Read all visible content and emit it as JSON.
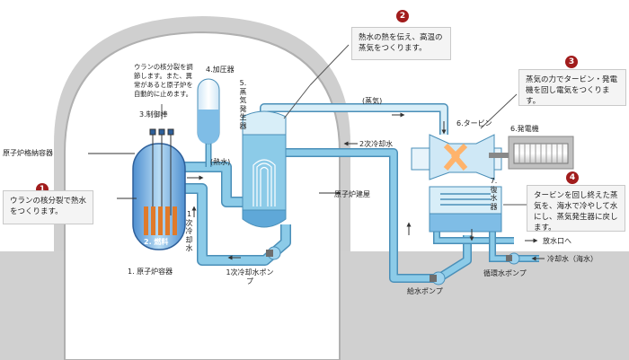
{
  "labels": {
    "containment": "原子炉格納容器",
    "reactor_building": "原子炉建屋",
    "control_rods": "3.制御棒",
    "fuel": "2. 燃料",
    "reactor_vessel": "1. 原子炉容器",
    "pressurizer": "4.加圧器",
    "hot_water": "(熱水)",
    "steam_generator": "5.蒸気発生器",
    "steam": "(蒸気)",
    "turbine": "6.タービン",
    "generator": "6.発電機",
    "secondary_coolant": "2次冷却水",
    "primary_coolant": "1次冷却水",
    "primary_pump": "1次冷却水ポンプ",
    "condenser": "7.復水器",
    "discharge": "放水口へ",
    "seawater_in": "冷却水（海水）",
    "circ_pump": "循環水ポンプ",
    "feed_pump": "給水ポンプ",
    "rod_note": "ウランの核分裂を調節します。また、異常があると原子炉を自動的に止めます。"
  },
  "callouts": [
    {
      "num": "1",
      "text": "ウランの核分裂で熱水をつくります。"
    },
    {
      "num": "2",
      "text": "熱水の熱を伝え、高温の蒸気をつくります。"
    },
    {
      "num": "3",
      "text": "蒸気の力でタービン・発電機を回し電気をつくります。"
    },
    {
      "num": "4",
      "text": "タービンを回し終えた蒸気を、海水で冷やして水にし、蒸気発生器に戻します。"
    }
  ],
  "colors": {
    "pipe": "#8ccbe8",
    "pipe_edge": "#4a8fb8",
    "water": "#5fa8d8",
    "building": "#c9c9c9",
    "fuel": "#e07a2a",
    "badge": "#a11c1c"
  }
}
